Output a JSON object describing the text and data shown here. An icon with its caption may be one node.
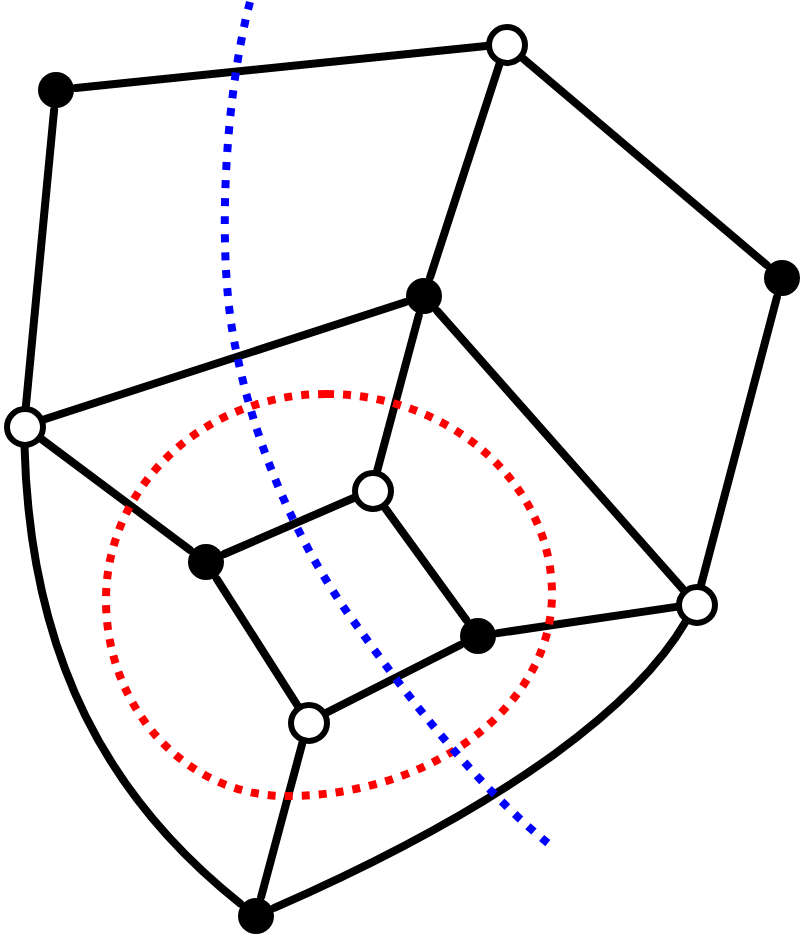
{
  "diagram": {
    "nodes": [
      {
        "text": [],
        "shape": "circle"
      },
      {
        "text": [],
        "shape": "circle"
      },
      {
        "text": [],
        "shape": "circle"
      },
      {
        "text": [],
        "shape": "circle"
      },
      {
        "text": [],
        "shape": "circle"
      },
      {
        "text": [],
        "shape": "circle"
      },
      {
        "text": [],
        "shape": "circle",
        "in": 5
      },
      {
        "text": [],
        "shape": "circle",
        "in": 5
      },
      {
        "text": [],
        "shape": "circle"
      },
      {
        "text": [],
        "shape": "circle",
        "in": 5
      },
      {
        "text": [],
        "shape": "circle",
        "in": 5
      },
      {
        "text": [],
        "shape": "circle"
      }
    ],
    "edges": [
      {
        "from": 0,
        "to": 1,
        "arrow": "none"
      },
      {
        "from": 0,
        "to": 2,
        "arrow": "none"
      },
      {
        "from": 0,
        "to": 3,
        "arrow": "none"
      },
      {
        "from": 1,
        "to": 4,
        "arrow": "none"
      },
      {
        "from": 3,
        "to": 4,
        "arrow": "none"
      },
      {
        "from": 3,
        "to": 6,
        "arrow": "none"
      },
      {
        "from": 3,
        "to": 8,
        "arrow": "none"
      },
      {
        "from": 2,
        "to": 8,
        "arrow": "none"
      },
      {
        "from": 4,
        "to": 7,
        "arrow": "none"
      },
      {
        "from": 4,
        "to": 11,
        "arrow": "none"
      },
      {
        "from": 6,
        "to": 7,
        "arrow": "none"
      },
      {
        "from": 6,
        "to": 9,
        "arrow": "none"
      },
      {
        "from": 7,
        "to": 10,
        "arrow": "none"
      },
      {
        "from": 9,
        "to": 10,
        "arrow": "none"
      },
      {
        "from": 8,
        "to": 9,
        "arrow": "none"
      },
      {
        "from": 8,
        "to": 11,
        "arrow": "none"
      },
      {
        "from": 10,
        "to": 11,
        "arrow": "none"
      }
    ]
  }
}
